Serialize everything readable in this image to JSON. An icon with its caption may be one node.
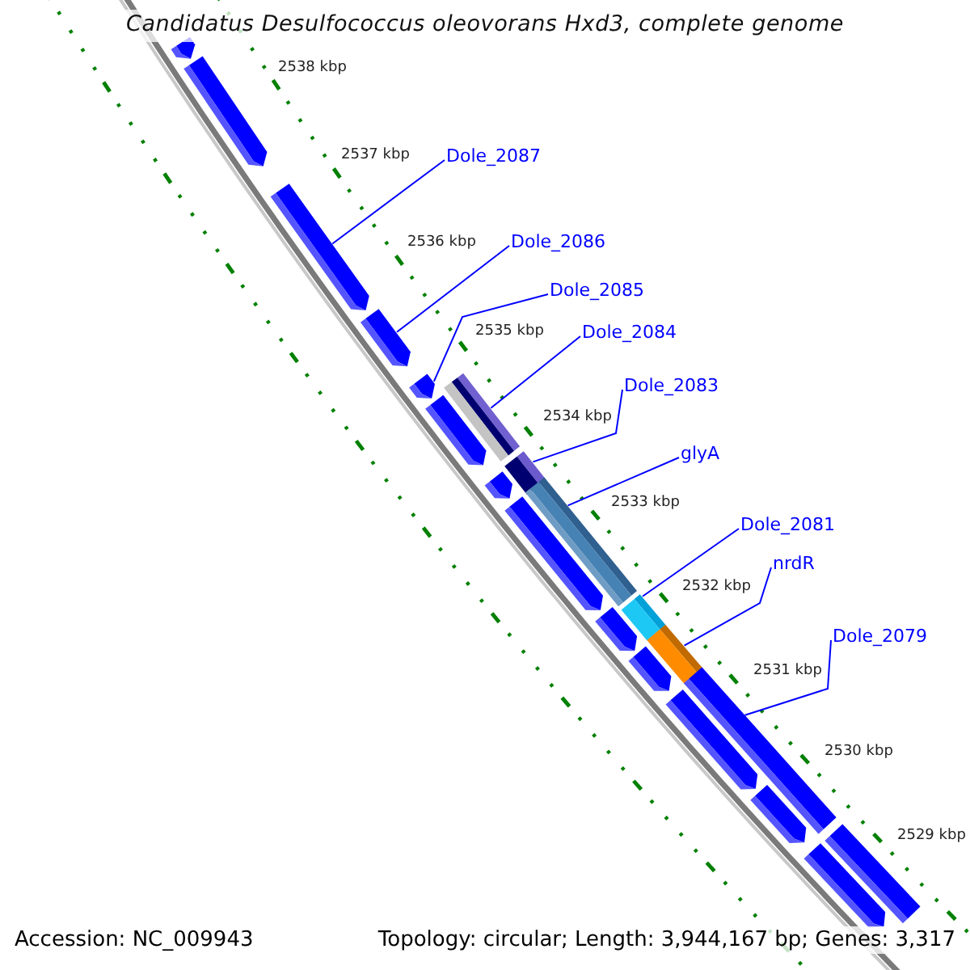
{
  "diagram": {
    "title": "Candidatus Desulfococcus oleovorans Hxd3, complete genome",
    "nodes": [
      {
        "text": [
          "Dole_2087"
        ]
      },
      {
        "text": [
          "Dole_2086"
        ]
      },
      {
        "text": [
          "Dole_2085"
        ]
      },
      {
        "text": [
          "Dole_2084"
        ]
      },
      {
        "text": [
          "Dole_2083"
        ]
      },
      {
        "text": [
          "glyA"
        ]
      },
      {
        "text": [
          "Dole_2081"
        ]
      },
      {
        "text": [
          "nrdR"
        ]
      },
      {
        "text": [
          "Dole_2079"
        ]
      },
      {
        "text": [],
        "shape": "arrow"
      },
      {
        "text": [],
        "shape": "arrow"
      },
      {
        "text": [],
        "shape": "arrow"
      },
      {
        "text": [],
        "shape": "arrow"
      },
      {
        "text": [],
        "shape": "arrow"
      },
      {
        "text": [],
        "shape": "bar"
      },
      {
        "text": [],
        "shape": "arrow"
      },
      {
        "text": [],
        "shape": "bar"
      },
      {
        "text": [],
        "shape": "arrow"
      },
      {
        "text": [],
        "shape": "bar"
      },
      {
        "text": [],
        "shape": "arrow"
      },
      {
        "text": [],
        "shape": "arrow"
      },
      {
        "text": [],
        "shape": "bar"
      },
      {
        "text": [],
        "shape": "arrow"
      },
      {
        "text": [],
        "shape": "bar"
      },
      {
        "text": [],
        "shape": "arrow"
      },
      {
        "text": [],
        "shape": "bar"
      },
      {
        "text": [],
        "shape": "arrow"
      },
      {
        "text": [],
        "shape": "arrow"
      },
      {
        "text": [],
        "shape": "bar"
      }
    ],
    "edges": [
      {
        "from": 0,
        "to": 11,
        "arrow": "none"
      },
      {
        "from": 1,
        "to": 12,
        "arrow": "none"
      },
      {
        "from": 2,
        "to": 13,
        "arrow": "none"
      },
      {
        "from": 3,
        "to": 14,
        "arrow": "none"
      },
      {
        "from": 4,
        "to": 16,
        "arrow": "none"
      },
      {
        "from": 5,
        "to": 18,
        "arrow": "none"
      },
      {
        "from": 6,
        "to": 21,
        "arrow": "none"
      },
      {
        "from": 7,
        "to": 23,
        "arrow": "none"
      },
      {
        "from": 8,
        "to": 25,
        "arrow": "none"
      }
    ],
    "labels": [
      "2538 kbp",
      "2537 kbp",
      "2536 kbp",
      "2535 kbp",
      "2534 kbp",
      "2533 kbp",
      "2532 kbp",
      "2531 kbp",
      "2530 kbp",
      "2529 kbp",
      "Accession: NC_009943",
      "Topology: circular; Length: 3,944,167 bp; Genes: 3,317"
    ]
  }
}
